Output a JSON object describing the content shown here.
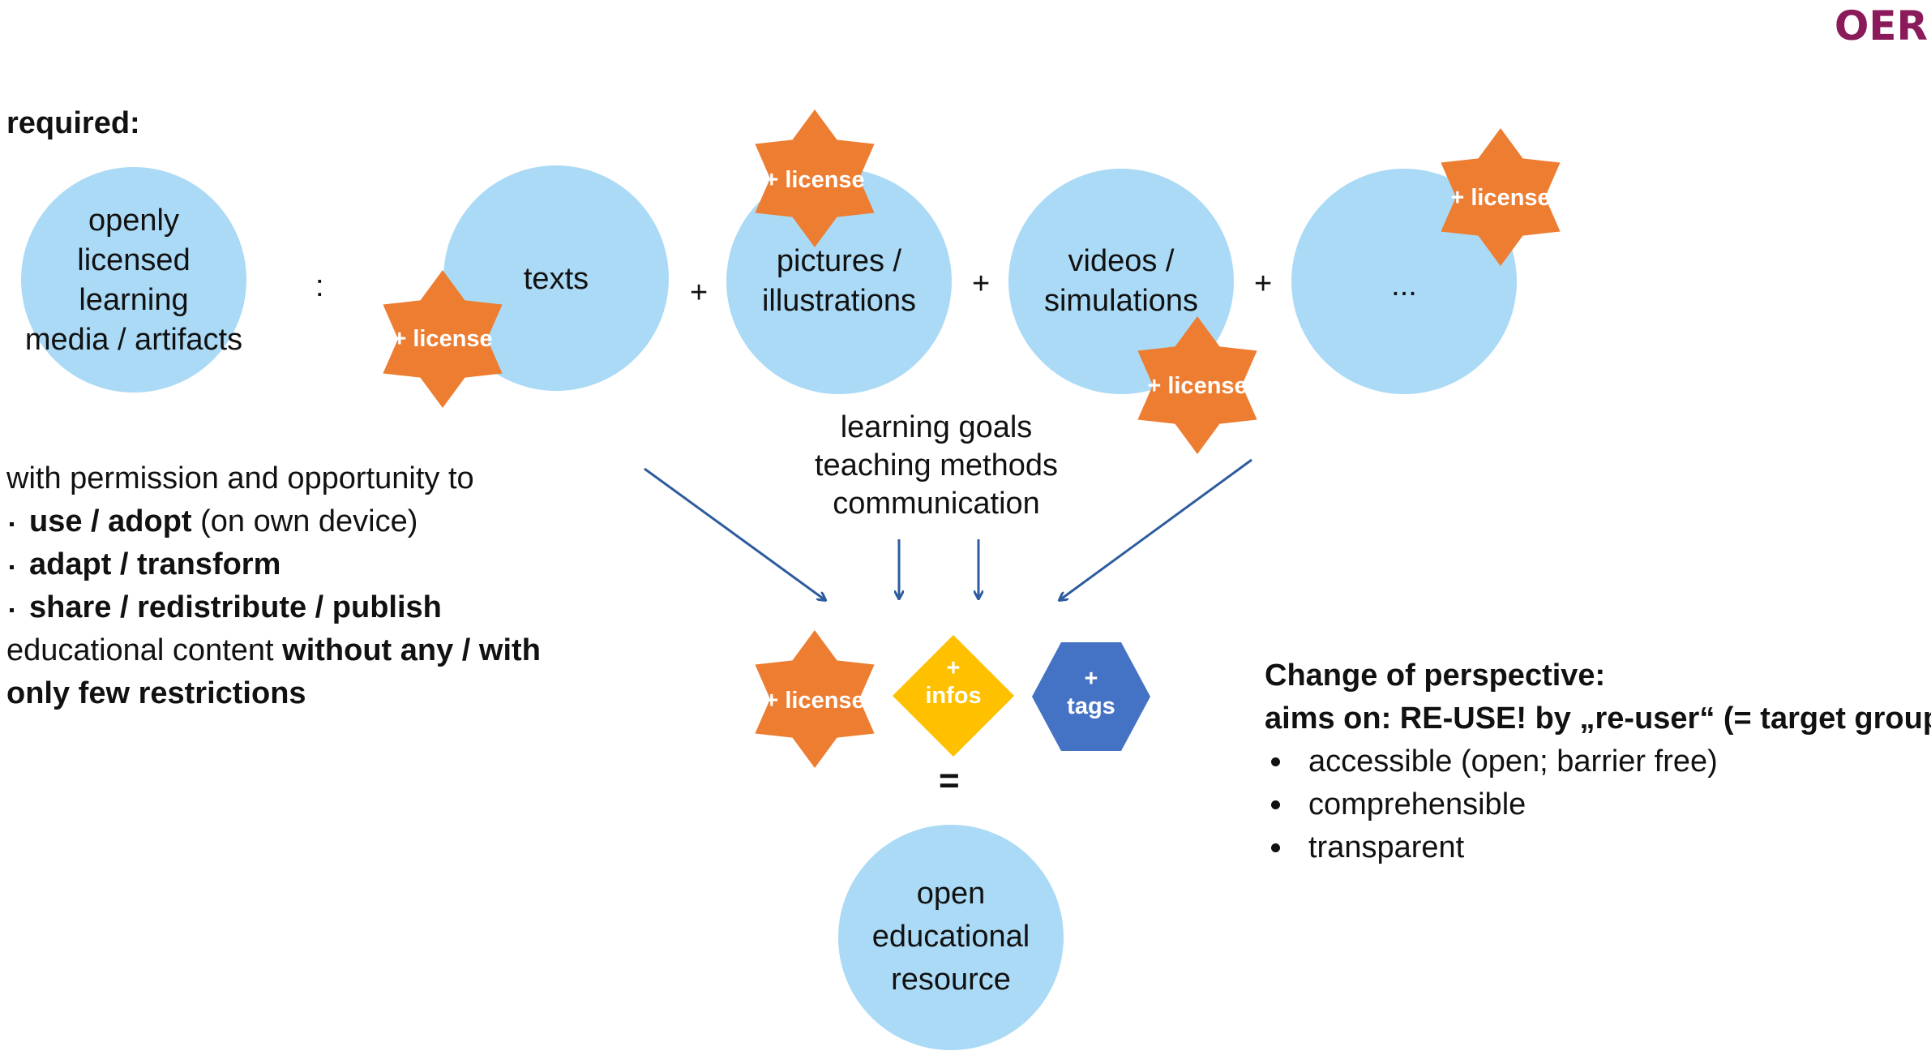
{
  "corner_label": "OER",
  "required_label": "required:",
  "media_circle": [
    "openly",
    "licensed",
    "learning",
    "media / artifacts"
  ],
  "colon": ":",
  "plus": "+",
  "equals": "=",
  "circles": {
    "texts": [
      "texts"
    ],
    "pictures": [
      "pictures /",
      "illustrations"
    ],
    "videos": [
      "videos /",
      "simulations"
    ],
    "more": [
      "..."
    ]
  },
  "license_badge": "+ license",
  "infos_badge": [
    "+",
    "infos"
  ],
  "tags_badge": [
    "+",
    "tags"
  ],
  "middle_notes": [
    "learning goals",
    "teaching methods",
    "communication"
  ],
  "permission": {
    "intro": "with permission and opportunity to",
    "items": [
      {
        "bold": "use / adopt",
        "rest": " (on own device)"
      },
      {
        "bold": "adapt / transform",
        "rest": ""
      },
      {
        "bold": "share / redistribute / publish",
        "rest": ""
      }
    ],
    "tail_normal": "educational content ",
    "tail_bold_1": "without any / with",
    "tail_bold_2": "only few restrictions"
  },
  "result_circle": [
    "open",
    "educational",
    "resource"
  ],
  "perspective": {
    "title": "Change of perspective:",
    "aim": "aims on: RE-USE! by „re-user“ (= target group)",
    "bullets": [
      "accessible (open; barrier free)",
      "comprehensible",
      "transparent"
    ]
  },
  "colors": {
    "circle": "#ABDAF6",
    "license": "#ED7D31",
    "infos": "#FFC000",
    "tags": "#4472C4",
    "arrow": "#2E5C9E",
    "oer": "#8B1A5A"
  }
}
